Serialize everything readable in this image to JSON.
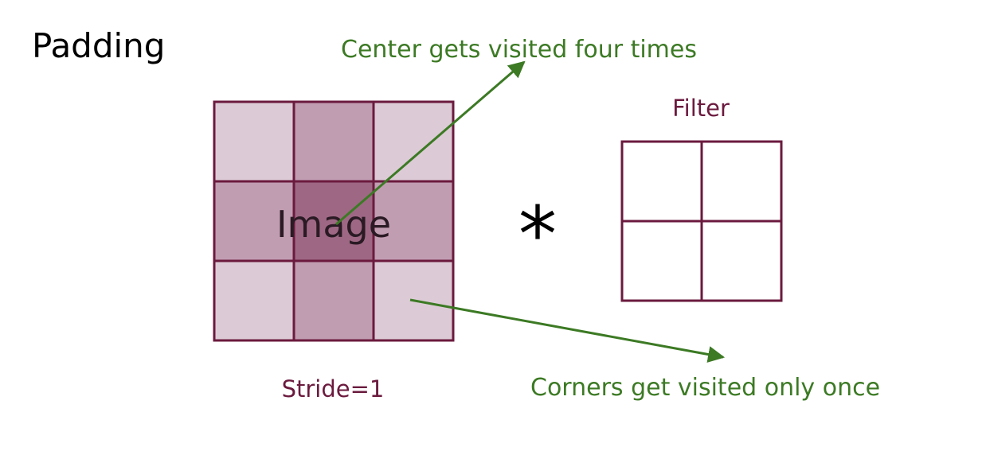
{
  "slide": {
    "title": "Padding",
    "image_label": "Image",
    "operator_symbol": "*",
    "filter_label": "Filter",
    "stride_label": "Stride=1",
    "center_annotation": "Center gets visited four times",
    "corner_annotation": "Corners get visited only once"
  },
  "image_grid": {
    "rows": 3,
    "cols": 3,
    "visit_counts": [
      [
        1,
        2,
        1
      ],
      [
        2,
        4,
        2
      ],
      [
        1,
        2,
        1
      ]
    ]
  },
  "filter_grid": {
    "rows": 2,
    "cols": 2
  },
  "colors": {
    "grid_line": "#6b1a3e",
    "visited_once": "#dccbd6",
    "visited_twice": "#c19db2",
    "visited_four": "#9e6884",
    "arrow": "#3c7a24"
  }
}
